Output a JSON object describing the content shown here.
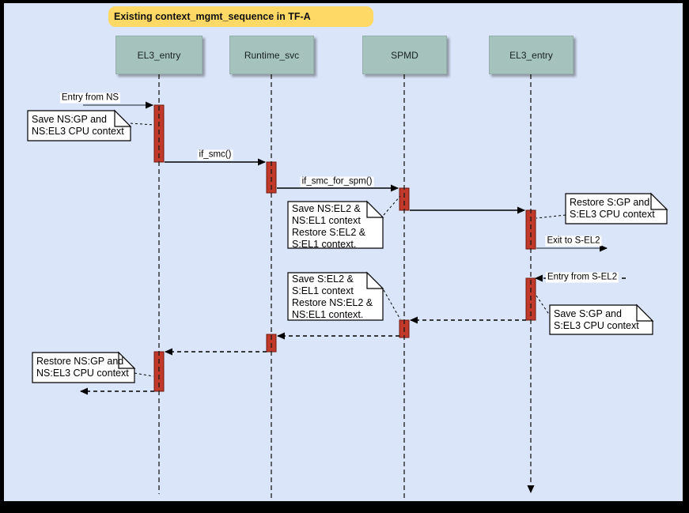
{
  "title": "Existing context_mgmt_sequence in TF-A",
  "lifelines": [
    {
      "label": "EL3_entry"
    },
    {
      "label": "Runtime_svc"
    },
    {
      "label": "SPMD"
    },
    {
      "label": "EL3_entry"
    }
  ],
  "messages": {
    "entry_from_ns": "Entry from NS",
    "if_smc": "if_smc()",
    "if_smc_for_spm": "if_smc_for_spm()",
    "exit_to_sel2": "Exit to S-EL2",
    "entry_from_sel2": "Entry from S-EL2"
  },
  "notes": {
    "save_ns_gp": "Save NS:GP and\nNS:EL3 CPU context",
    "save_ns_el2": "Save NS:EL2 &\nNS:EL1 context\nRestore S:EL2 &\nS:EL1 context.",
    "restore_s_gp": "Restore S:GP and\nS:EL3 CPU context",
    "save_s_el2": "Save S:EL2 &\nS:EL1 context\nRestore NS:EL2 &\nNS:EL1 context.",
    "save_s_gp": "Save S:GP and\nS:EL3 CPU context",
    "restore_ns_gp": "Restore NS:GP and\nNS:EL3 CPU context"
  },
  "colors": {
    "canvas_background": "#dbe5fa",
    "frame_border": "#000000",
    "title_background": "#ffd966",
    "lifeline_box": "#a6c2bd",
    "activation_bar": "#c0392b",
    "note_background": "#ffffff",
    "boundary_message_line": "#76828f"
  }
}
